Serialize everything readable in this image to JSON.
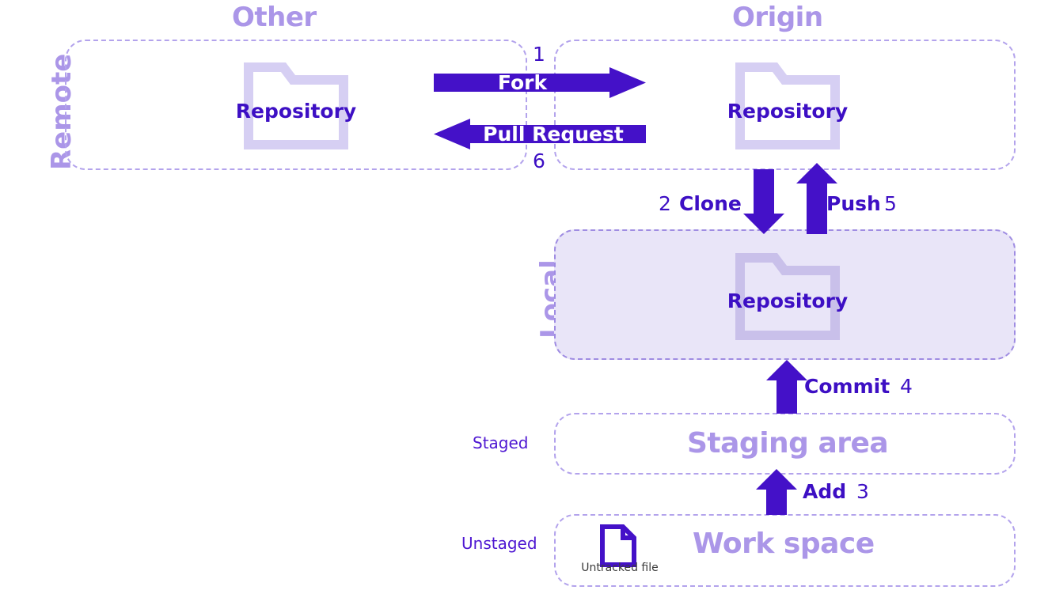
{
  "diagram": {
    "title": "Git workflow diagram",
    "colors": {
      "deep_purple": "#3d0fc4",
      "arrow_purple": "#4411c8",
      "pale_purple": "#ab96e8",
      "dashed_border": "#b3a3ec",
      "local_fill": "#e9e5f8",
      "caption_gray": "#3b3b3b",
      "white": "#ffffff"
    }
  },
  "sections": {
    "remote_label": "Remote",
    "local_label": "Local",
    "other_title": "Other",
    "origin_title": "Origin",
    "staging_title": "Staging area",
    "workspace_title": "Work space",
    "staged_label": "Staged",
    "unstaged_label": "Unstaged"
  },
  "repositories": {
    "other_repo": "Repository",
    "origin_repo": "Repository",
    "local_repo": "Repository"
  },
  "workspace": {
    "untracked_file_caption": "Untracked file"
  },
  "operations": [
    {
      "id": "fork",
      "label": "Fork",
      "step": "1",
      "direction": "right"
    },
    {
      "id": "clone",
      "label": "Clone",
      "step": "2",
      "direction": "down"
    },
    {
      "id": "add",
      "label": "Add",
      "step": "3",
      "direction": "up"
    },
    {
      "id": "commit",
      "label": "Commit",
      "step": "4",
      "direction": "up"
    },
    {
      "id": "push",
      "label": "Push",
      "step": "5",
      "direction": "up"
    },
    {
      "id": "pull_request",
      "label": "Pull Request",
      "step": "6",
      "direction": "left"
    }
  ]
}
